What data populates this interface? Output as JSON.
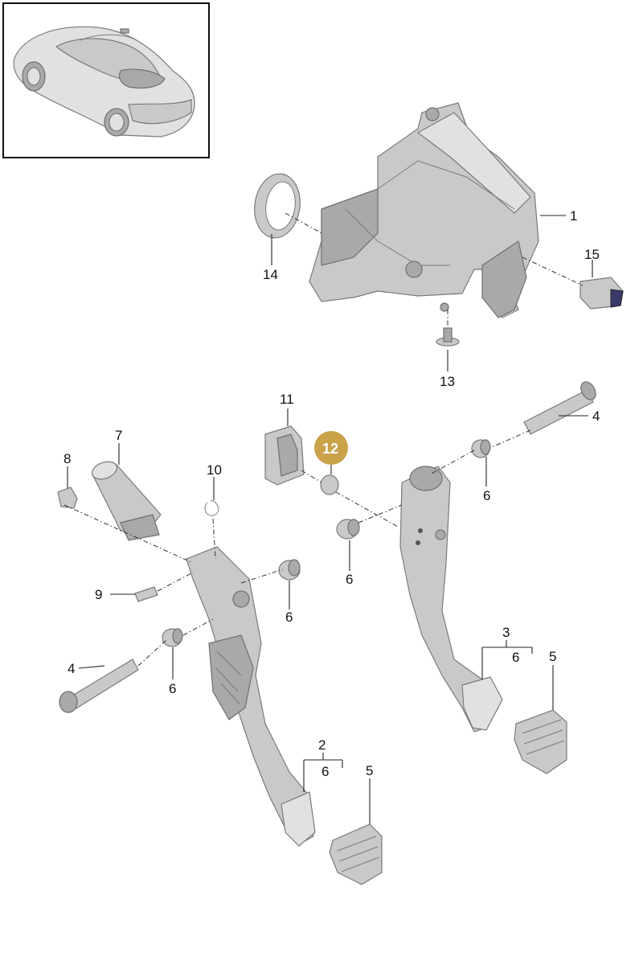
{
  "diagram": {
    "callouts": {
      "p1": "1",
      "p2": "2",
      "p2_sub": "6",
      "p3": "3",
      "p3_sub": "6",
      "p4_top": "4",
      "p4_left": "4",
      "p5_right": "5",
      "p5_left": "5",
      "p6_a": "6",
      "p6_b": "6",
      "p6_c": "6",
      "p6_d": "6",
      "p7": "7",
      "p8": "8",
      "p9": "9",
      "p10": "10",
      "p11": "11",
      "p12": "12",
      "p13": "13",
      "p14": "14",
      "p15": "15"
    },
    "highlight_color": "#c9a24a",
    "part_color": "#c9c9c9",
    "line_color": "#222222"
  }
}
